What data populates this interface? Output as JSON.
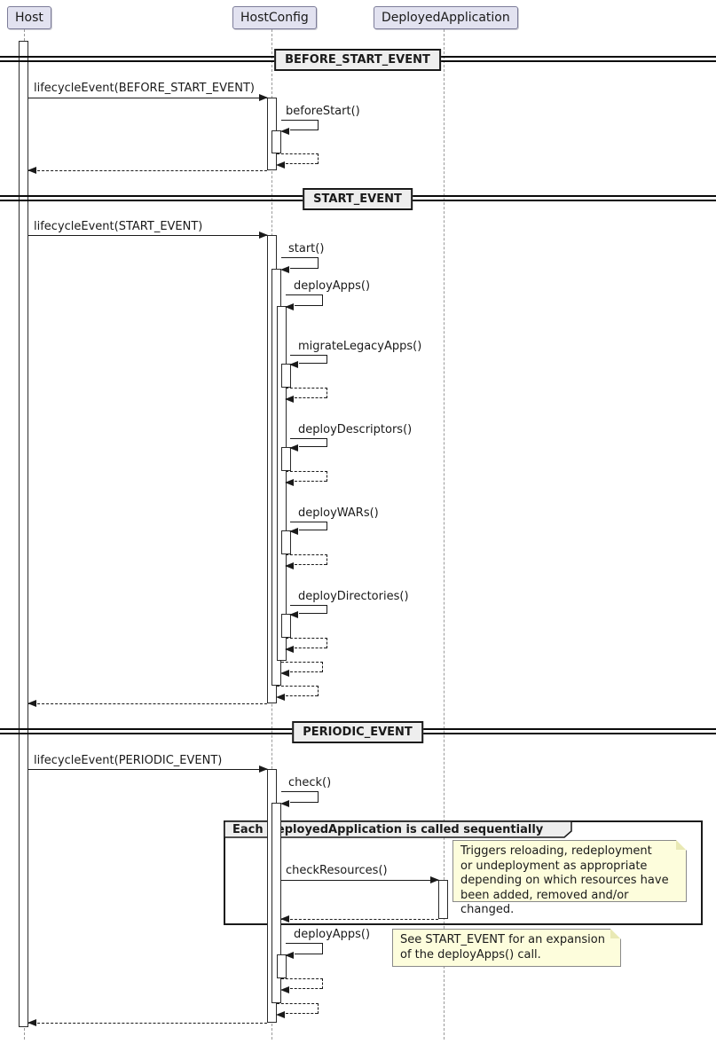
{
  "participants": {
    "host": "Host",
    "host_config": "HostConfig",
    "deployed_application": "DeployedApplication"
  },
  "dividers": {
    "before_start": "BEFORE_START_EVENT",
    "start": "START_EVENT",
    "periodic": "PERIODIC_EVENT"
  },
  "messages": {
    "lifecycle_before_start": "lifecycleEvent(BEFORE_START_EVENT)",
    "before_start": "beforeStart()",
    "lifecycle_start": "lifecycleEvent(START_EVENT)",
    "start": "start()",
    "deploy_apps": "deployApps()",
    "migrate_legacy_apps": "migrateLegacyApps()",
    "deploy_descriptors": "deployDescriptors()",
    "deploy_wars": "deployWARs()",
    "deploy_directories": "deployDirectories()",
    "lifecycle_periodic": "lifecycleEvent(PERIODIC_EVENT)",
    "check": "check()",
    "check_resources": "checkResources()",
    "deploy_apps_periodic": "deployApps()"
  },
  "group": {
    "label": "Each DeployedApplication is called sequentially"
  },
  "notes": {
    "check_resources": {
      "line1": "Triggers reloading, redeployment",
      "line2": "or undeployment as appropriate",
      "line3": "depending on which resources have",
      "line4": "been added, removed and/or changed."
    },
    "deploy_apps": {
      "line1": "See START_EVENT for an expansion",
      "line2": "of the deployApps() call."
    }
  },
  "colors": {
    "participant_fill": "#E2E2F0",
    "divider_fill": "#EEEEEE",
    "group_header_fill": "#EEEEEE",
    "note_fill": "#FDFDDC",
    "line": "#1A1A1A",
    "lifeline": "#9A9A9A"
  }
}
